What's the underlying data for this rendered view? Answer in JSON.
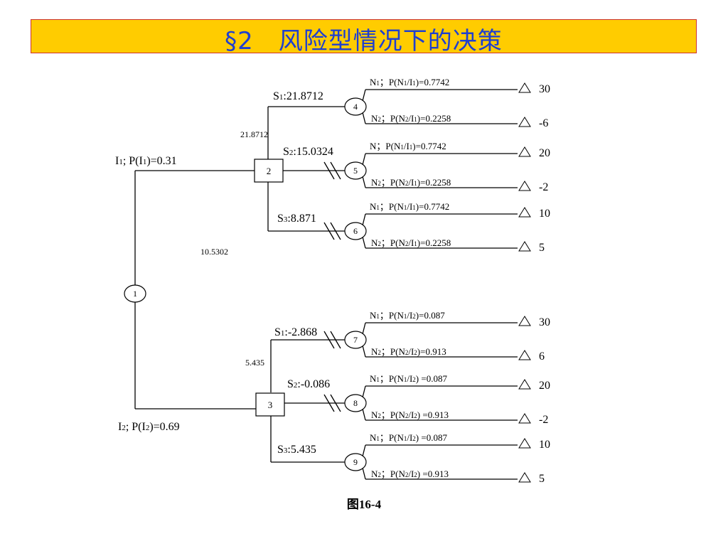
{
  "title": "§2　风险型情况下的决策",
  "caption": "图16-4",
  "root": {
    "id": "1",
    "value_upper": "10.5302"
  },
  "branches": [
    {
      "label": "I1; P(I1)=0.31",
      "node": "2",
      "value": "21.8712",
      "strategies": [
        {
          "label": "S1:21.8712",
          "chance": "4",
          "cut": false,
          "outcomes": [
            {
              "label": "N1；P(N1/I1)=0.7742",
              "payoff": "30"
            },
            {
              "label": "N2；P(N2/I1)=0.2258",
              "payoff": "-6"
            }
          ]
        },
        {
          "label": "S2:15.0324",
          "chance": "5",
          "cut": true,
          "outcomes": [
            {
              "label": "N；P(N1/I1)=0.7742",
              "payoff": "20"
            },
            {
              "label": "N2；P(N2/I1)=0.2258",
              "payoff": "-2"
            }
          ]
        },
        {
          "label": "S3:8.871",
          "chance": "6",
          "cut": true,
          "outcomes": [
            {
              "label": "N1；P(N1/I1)=0.7742",
              "payoff": "10"
            },
            {
              "label": "N2；P(N2/I1)=0.2258",
              "payoff": "5"
            }
          ]
        }
      ]
    },
    {
      "label": "I2; P(I2)=0.69",
      "node": "3",
      "value": "5.435",
      "strategies": [
        {
          "label": "S1:-2.868",
          "chance": "7",
          "cut": true,
          "outcomes": [
            {
              "label": "N1；P(N1/I2)=0.087",
              "payoff": "30"
            },
            {
              "label": "N2；P(N2/I2)=0.913",
              "payoff": "6"
            }
          ]
        },
        {
          "label": "S2:-0.086",
          "chance": "8",
          "cut": true,
          "outcomes": [
            {
              "label": "N1；P(N1/I2) =0.087",
              "payoff": "20"
            },
            {
              "label": "N2；P(N2/I2) =0.913",
              "payoff": "-2"
            }
          ]
        },
        {
          "label": "S3:5.435",
          "chance": "9",
          "cut": false,
          "outcomes": [
            {
              "label": "N1；P(N1/I2) =0.087",
              "payoff": "10"
            },
            {
              "label": "N2；P(N2/I2) =0.913",
              "payoff": "5"
            }
          ]
        }
      ]
    }
  ]
}
